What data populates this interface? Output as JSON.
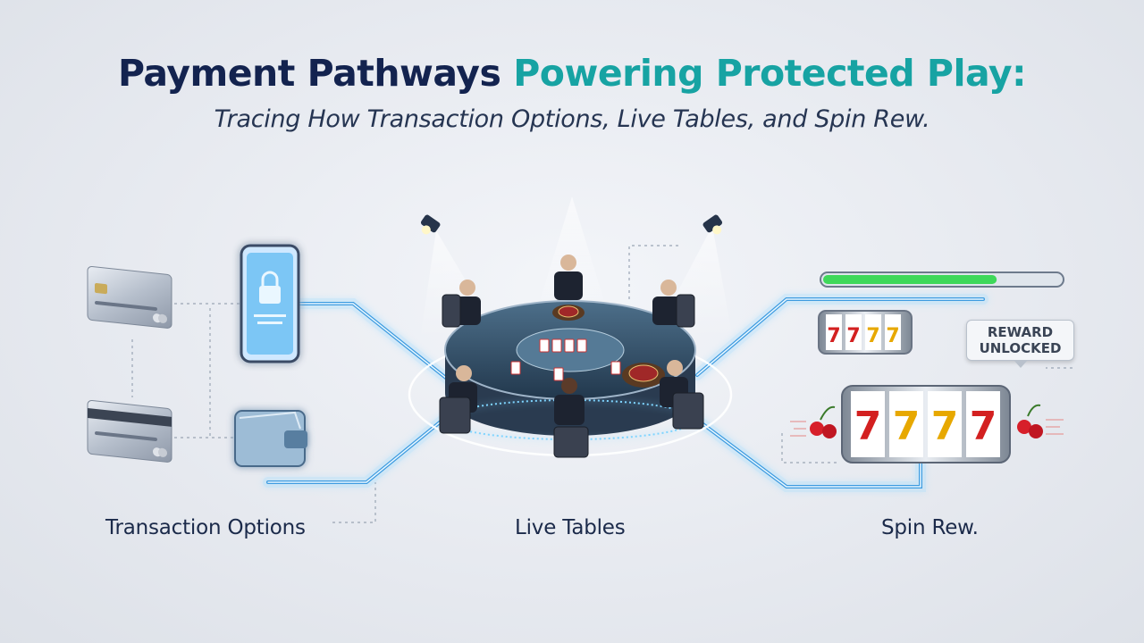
{
  "header": {
    "title_part1": "Payment Pathways",
    "title_part2": "Powering Protected Play:",
    "subtitle": "Tracing How Transaction Options, Live Tables, and Spin Rew."
  },
  "sections": {
    "transaction_label": "Transaction Options",
    "live_label": "Live Tables",
    "spin_label": "Spin Rew."
  },
  "reward_badge": {
    "line1": "REWARD",
    "line2": "UNLOCKED"
  },
  "colors": {
    "title_dark": "#13234f",
    "title_accent": "#17a3a3",
    "flow_glow": "#7fd4ff",
    "progress_green": "#3ed85a"
  },
  "progress": {
    "fill_fraction": 0.73
  },
  "reels": {
    "small": [
      "7",
      "7",
      "7",
      "7"
    ],
    "large": [
      "7",
      "7",
      "7",
      "7"
    ]
  },
  "icons": [
    "credit-card-icon",
    "smartphone-lock-icon",
    "wallet-icon",
    "spotlight-icon",
    "slot-reel-icon",
    "cherry-icon"
  ]
}
